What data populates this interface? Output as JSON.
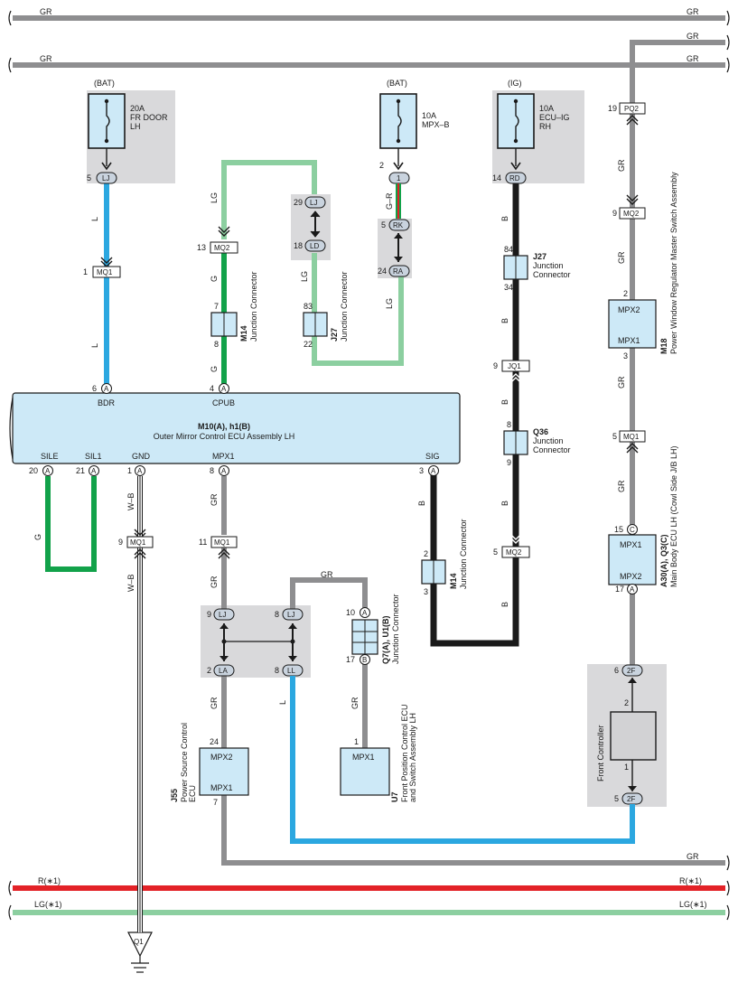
{
  "colors": {
    "gr": "#8e8e90",
    "l": "#2ba7e0",
    "g": "#12a24a",
    "lg": "#8ccfa0",
    "b": "#1a1a1a",
    "r": "#e32227",
    "w": "#ffffff",
    "o": "#e86b1f",
    "ecu_fill": "#cde9f7",
    "gray_box": "#d9d9db"
  },
  "buses": {
    "top_gr_1": "GR",
    "top_gr_1_right": "GR",
    "top_gr_2": "GR",
    "top_gr_3": "GR",
    "top_gr_3_right": "GR",
    "bottom_gr": "GR",
    "bottom_r_right": "R(∗1)",
    "bottom_r_left": "R(∗1)",
    "bottom_lg_right": "LG(∗1)",
    "bottom_lg_left": "LG(∗1)"
  },
  "fuses": {
    "fr_door": {
      "source": "(BAT)",
      "label_1": "20A",
      "label_2": "FR DOOR",
      "label_3": "LH"
    },
    "mpx_b": {
      "source": "(BAT)",
      "label_1": "10A",
      "label_2": "MPX–B"
    },
    "ecu_ig": {
      "source": "(IG)",
      "label_1": "10A",
      "label_2": "ECU–IG",
      "label_3": "RH"
    }
  },
  "main_ecu": {
    "code": "M10(A), h1(B)",
    "name": "Outer Mirror Control ECU Assembly LH",
    "pins": {
      "bdr": {
        "num": "6",
        "conn": "A",
        "label": "BDR"
      },
      "cpub": {
        "num": "4",
        "conn": "A",
        "label": "CPUB"
      },
      "sile": {
        "num": "20",
        "conn": "A",
        "label": "SILE"
      },
      "sil1": {
        "num": "21",
        "conn": "A",
        "label": "SIL1"
      },
      "gnd": {
        "num": "1",
        "conn": "A",
        "label": "GND"
      },
      "mpx1": {
        "num": "8",
        "conn": "A",
        "label": "MPX1"
      },
      "sig": {
        "num": "3",
        "conn": "A",
        "label": "SIG"
      }
    }
  },
  "connectors": {
    "lj_fuse": {
      "pin": "5",
      "name": "LJ"
    },
    "mq1_a": {
      "pin": "1",
      "name": "MQ1"
    },
    "mq2_a": {
      "pin": "13",
      "name": "MQ2"
    },
    "lj_29": {
      "pin": "29",
      "name": "LJ"
    },
    "ld_18": {
      "pin": "18",
      "name": "LD"
    },
    "c1": {
      "pin": "2",
      "name": "1"
    },
    "rk": {
      "pin": "5",
      "name": "RK"
    },
    "ra": {
      "pin": "24",
      "name": "RA"
    },
    "rd": {
      "pin": "14",
      "name": "RD"
    },
    "jq1": {
      "pin": "9",
      "name": "JQ1"
    },
    "mq2_b": {
      "pin": "5",
      "name": "MQ2"
    },
    "pq2": {
      "pin": "19",
      "name": "PQ2"
    },
    "mq2_c": {
      "pin": "9",
      "name": "MQ2"
    },
    "mq1_c": {
      "pin": "5",
      "name": "MQ1"
    },
    "mq1_gnd": {
      "pin": "9",
      "name": "MQ1"
    },
    "mq1_mpx": {
      "pin": "11",
      "name": "MQ1"
    },
    "lj_9": {
      "pin": "9",
      "name": "LJ"
    },
    "lj_8": {
      "pin": "8",
      "name": "LJ"
    },
    "la_2": {
      "pin": "2",
      "name": "LA"
    },
    "ll_8": {
      "pin": "8",
      "name": "LL"
    },
    "f2_6": {
      "pin": "6",
      "name": "2F"
    },
    "f2_5": {
      "pin": "5",
      "name": "2F"
    },
    "q1": {
      "name": "Q1"
    }
  },
  "junctions": {
    "m14_a": {
      "code": "M14",
      "name": "Junction Connector",
      "pin_top": "7",
      "pin_bot": "8"
    },
    "j27_a": {
      "code": "J27",
      "name": "Junction Connector",
      "pin_top": "83",
      "pin_bot": "22"
    },
    "j27_b": {
      "code": "J27",
      "name_1": "Junction",
      "name_2": "Connector",
      "pin_top": "84",
      "pin_bot": "34"
    },
    "q36": {
      "code": "Q36",
      "name_1": "Junction",
      "name_2": "Connector",
      "pin_top": "8",
      "pin_bot": "9"
    },
    "m14_b": {
      "code": "M14",
      "name": "Junction Connector",
      "pin_top": "2",
      "pin_bot": "3"
    },
    "q7": {
      "code": "Q7(A), U1(B)",
      "name": "Junction Connector",
      "pin_top": "10",
      "conn_top": "A",
      "pin_bot": "17",
      "conn_bot": "B"
    }
  },
  "ecus": {
    "m18": {
      "code": "M18",
      "name": "Power Window Regulator Master Switch Assembly",
      "top": "MPX2",
      "bottom": "MPX1",
      "pin_top": "2",
      "pin_bot": "3"
    },
    "a30": {
      "code": "A30(A), Q3(C)",
      "name": "Main Body ECU LH (Cowl Side J/B LH)",
      "top": "MPX1",
      "bottom": "MPX2",
      "pin_top": "15",
      "conn_top": "C",
      "pin_bot": "17",
      "conn_bot": "A"
    },
    "j55": {
      "code": "J55",
      "name_1": "Power Source Control",
      "name_2": "ECU",
      "top": "MPX2",
      "bottom": "MPX1",
      "pin_top": "24",
      "pin_bot": "7"
    },
    "u7": {
      "code": "U7",
      "name_1": "Front Position Control ECU",
      "name_2": "and Switch Assembly LH",
      "top": "MPX1",
      "pin_top": "1"
    },
    "front_controller": {
      "name": "Front Controller",
      "pin_top": "2",
      "pin_bot": "1"
    }
  },
  "wires": {
    "l_1": "L",
    "l_2": "L",
    "l_3": "L",
    "lg_1": "LG",
    "g_1": "G",
    "g_2": "G",
    "lg_2": "LG",
    "lg_3": "LG",
    "gr_rd": "G–R",
    "b_1": "B",
    "b_2": "B",
    "b_3": "B",
    "b_4": "B",
    "b_5": "B",
    "b_6": "B",
    "gr_r1": "GR",
    "gr_r2": "GR",
    "gr_r3": "GR",
    "gr_r4": "GR",
    "g_loop": "G",
    "wb_1": "W–B",
    "wb_2": "W–B",
    "gr_m1": "GR",
    "gr_m2": "GR",
    "gr_m3": "GR",
    "gr_m4": "GR",
    "gr_top": "GR"
  }
}
